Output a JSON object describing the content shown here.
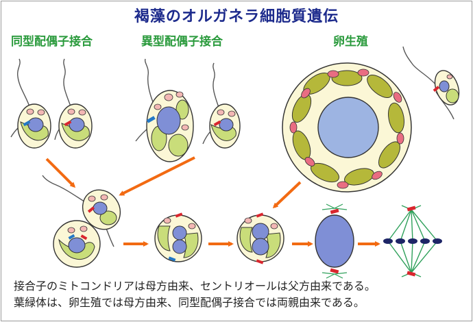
{
  "title": "褐藻のオルガネラ細胞質遺伝",
  "labels": {
    "isogamy": "同型配偶子接合",
    "anisogamy": "異型配偶子接合",
    "oogamy": "卵生殖"
  },
  "caption": {
    "line1": "接合子のミトコンドリアは母方由来、セントリオールは父方由来である。",
    "line2": "葉緑体は、卵生殖では母方由来、同型配偶子接合では両親由来である。"
  },
  "colors": {
    "title": "#1c2a8c",
    "label": "#2a9a3c",
    "cell_fill": "#fbf7d6",
    "chloroplast": "#c9dd7a",
    "egg_chloroplast": "#b5b83a",
    "nucleus": "#7f8fd6",
    "egg_nucleus": "#9db4e2",
    "mitochondria": "#f3b7b4",
    "egg_mitochondria": "#e96d82",
    "paternal_centriole": "#d9262e",
    "maternal_centriole": "#2378c6",
    "arrow": "#f26a12",
    "spindle": "#2ea05a",
    "chromosome": "#1d2566"
  }
}
